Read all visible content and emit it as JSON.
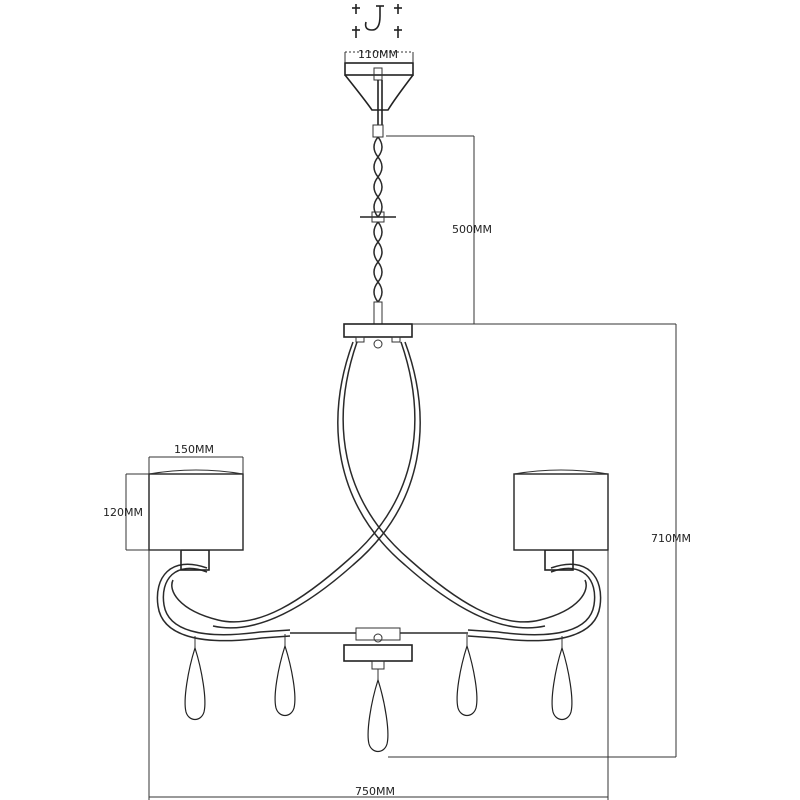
{
  "dimensions": {
    "canopy_width": "110MM",
    "chain_length": "500MM",
    "shade_width": "150MM",
    "shade_height": "120MM",
    "total_height": "710MM",
    "total_width": "750MM"
  }
}
